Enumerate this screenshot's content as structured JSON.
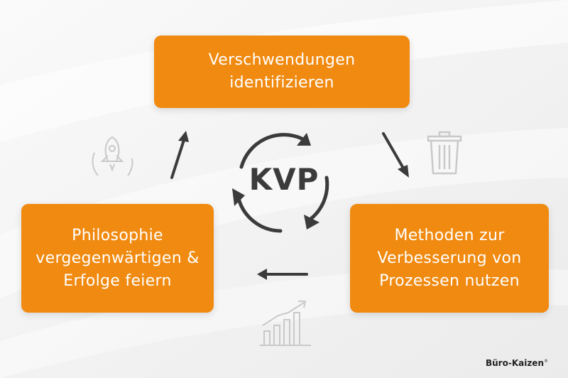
{
  "center": {
    "label": "KVP"
  },
  "steps": {
    "top": "Verschwendungen\nidentifizieren",
    "right": "Methoden zur\nVerbesserung von\nProzessen nutzen",
    "left": "Philosophie\nvergegenwärtigen &\nErfolge feiern"
  },
  "brand": {
    "name": "Büro-Kaizen",
    "mark": "®"
  },
  "icons": [
    "rocket-icon",
    "trash-icon",
    "growth-chart-icon"
  ],
  "colors": {
    "box": "#f08a10",
    "text": "#ffffff",
    "arrow": "#3b3b3b",
    "icon": "#c9c9c9"
  }
}
